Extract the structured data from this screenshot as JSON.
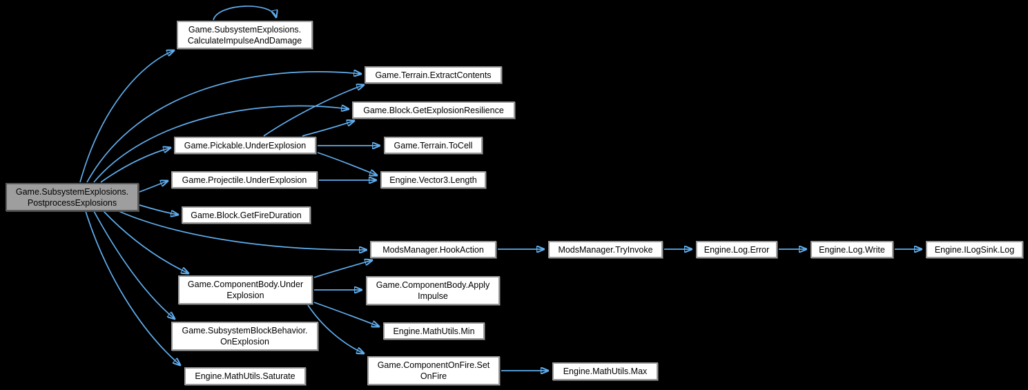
{
  "diagram": {
    "type": "call-graph",
    "background_color": "#000000",
    "edge_color": "#61aeee",
    "node_fill": "#ffffff",
    "node_border_color": "#9b9b9b",
    "root_node_fill": "#9e9e9e",
    "root_node_border_color": "#5a5a5a",
    "text_color": "#000000"
  },
  "nodes": [
    {
      "id": "postprocess-explosions",
      "label": "Game.SubsystemExplosions.\nPostprocessExplosions",
      "root": true
    },
    {
      "id": "calculate-impulse-and-damage",
      "label": "Game.SubsystemExplosions.\nCalculateImpulseAndDamage",
      "root": false
    },
    {
      "id": "terrain-extract-contents",
      "label": "Game.Terrain.ExtractContents",
      "root": false
    },
    {
      "id": "block-get-explosion-resilience",
      "label": "Game.Block.GetExplosionResilience",
      "root": false
    },
    {
      "id": "pickable-under-explosion",
      "label": "Game.Pickable.UnderExplosion",
      "root": false
    },
    {
      "id": "terrain-to-cell",
      "label": "Game.Terrain.ToCell",
      "root": false
    },
    {
      "id": "projectile-under-explosion",
      "label": "Game.Projectile.UnderExplosion",
      "root": false
    },
    {
      "id": "vector3-length",
      "label": "Engine.Vector3.Length",
      "root": false
    },
    {
      "id": "block-get-fire-duration",
      "label": "Game.Block.GetFireDuration",
      "root": false
    },
    {
      "id": "modsmanager-hook-action",
      "label": "ModsManager.HookAction",
      "root": false
    },
    {
      "id": "modsmanager-try-invoke",
      "label": "ModsManager.TryInvoke",
      "root": false
    },
    {
      "id": "log-error",
      "label": "Engine.Log.Error",
      "root": false
    },
    {
      "id": "log-write",
      "label": "Engine.Log.Write",
      "root": false
    },
    {
      "id": "ilogsink-log",
      "label": "Engine.ILogSink.Log",
      "root": false
    },
    {
      "id": "componentbody-under-explosion",
      "label": "Game.ComponentBody.Under\nExplosion",
      "root": false
    },
    {
      "id": "componentbody-apply-impulse",
      "label": "Game.ComponentBody.Apply\nImpulse",
      "root": false
    },
    {
      "id": "mathutils-min",
      "label": "Engine.MathUtils.Min",
      "root": false
    },
    {
      "id": "subsystemblockbehavior-on-explosion",
      "label": "Game.SubsystemBlockBehavior.\nOnExplosion",
      "root": false
    },
    {
      "id": "componentonfire-set-on-fire",
      "label": "Game.ComponentOnFire.Set\nOnFire",
      "root": false
    },
    {
      "id": "mathutils-max",
      "label": "Engine.MathUtils.Max",
      "root": false
    },
    {
      "id": "mathutils-saturate",
      "label": "Engine.MathUtils.Saturate",
      "root": false
    }
  ],
  "edges": [
    {
      "from": "postprocess-explosions",
      "to": "calculate-impulse-and-damage"
    },
    {
      "from": "calculate-impulse-and-damage",
      "to": "calculate-impulse-and-damage"
    },
    {
      "from": "postprocess-explosions",
      "to": "terrain-extract-contents"
    },
    {
      "from": "postprocess-explosions",
      "to": "block-get-explosion-resilience"
    },
    {
      "from": "postprocess-explosions",
      "to": "pickable-under-explosion"
    },
    {
      "from": "postprocess-explosions",
      "to": "projectile-under-explosion"
    },
    {
      "from": "postprocess-explosions",
      "to": "block-get-fire-duration"
    },
    {
      "from": "postprocess-explosions",
      "to": "modsmanager-hook-action"
    },
    {
      "from": "postprocess-explosions",
      "to": "componentbody-under-explosion"
    },
    {
      "from": "postprocess-explosions",
      "to": "subsystemblockbehavior-on-explosion"
    },
    {
      "from": "postprocess-explosions",
      "to": "mathutils-saturate"
    },
    {
      "from": "pickable-under-explosion",
      "to": "terrain-extract-contents"
    },
    {
      "from": "pickable-under-explosion",
      "to": "block-get-explosion-resilience"
    },
    {
      "from": "pickable-under-explosion",
      "to": "terrain-to-cell"
    },
    {
      "from": "pickable-under-explosion",
      "to": "vector3-length"
    },
    {
      "from": "projectile-under-explosion",
      "to": "vector3-length"
    },
    {
      "from": "modsmanager-hook-action",
      "to": "modsmanager-try-invoke"
    },
    {
      "from": "modsmanager-try-invoke",
      "to": "log-error"
    },
    {
      "from": "log-error",
      "to": "log-write"
    },
    {
      "from": "log-write",
      "to": "ilogsink-log"
    },
    {
      "from": "componentbody-under-explosion",
      "to": "modsmanager-hook-action"
    },
    {
      "from": "componentbody-under-explosion",
      "to": "componentbody-apply-impulse"
    },
    {
      "from": "componentbody-under-explosion",
      "to": "mathutils-min"
    },
    {
      "from": "componentbody-under-explosion",
      "to": "componentonfire-set-on-fire"
    },
    {
      "from": "componentonfire-set-on-fire",
      "to": "mathutils-max"
    }
  ]
}
